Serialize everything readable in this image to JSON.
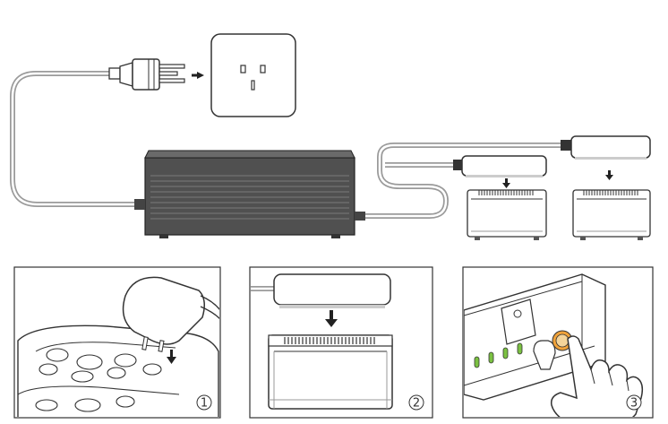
{
  "steps": [
    {
      "number": "1",
      "symbol": "①",
      "scene": "plug-into-power-strip"
    },
    {
      "number": "2",
      "symbol": "②",
      "scene": "connect-charger-to-battery"
    },
    {
      "number": "3",
      "symbol": "③",
      "scene": "press-battery-button"
    }
  ],
  "colors": {
    "line": "#333333",
    "cable": "#9a9a9a",
    "adapter_body": "#505050",
    "adapter_light": "#6a6a6a",
    "indicator_led": "#7bc142",
    "button_ring": "#f0a23a",
    "background": "#ffffff"
  },
  "icons": [
    "power-plug-icon",
    "wall-socket-icon",
    "power-adapter-icon",
    "battery-icon",
    "arrow-down-icon",
    "arrow-right-icon",
    "hand-icon"
  ]
}
